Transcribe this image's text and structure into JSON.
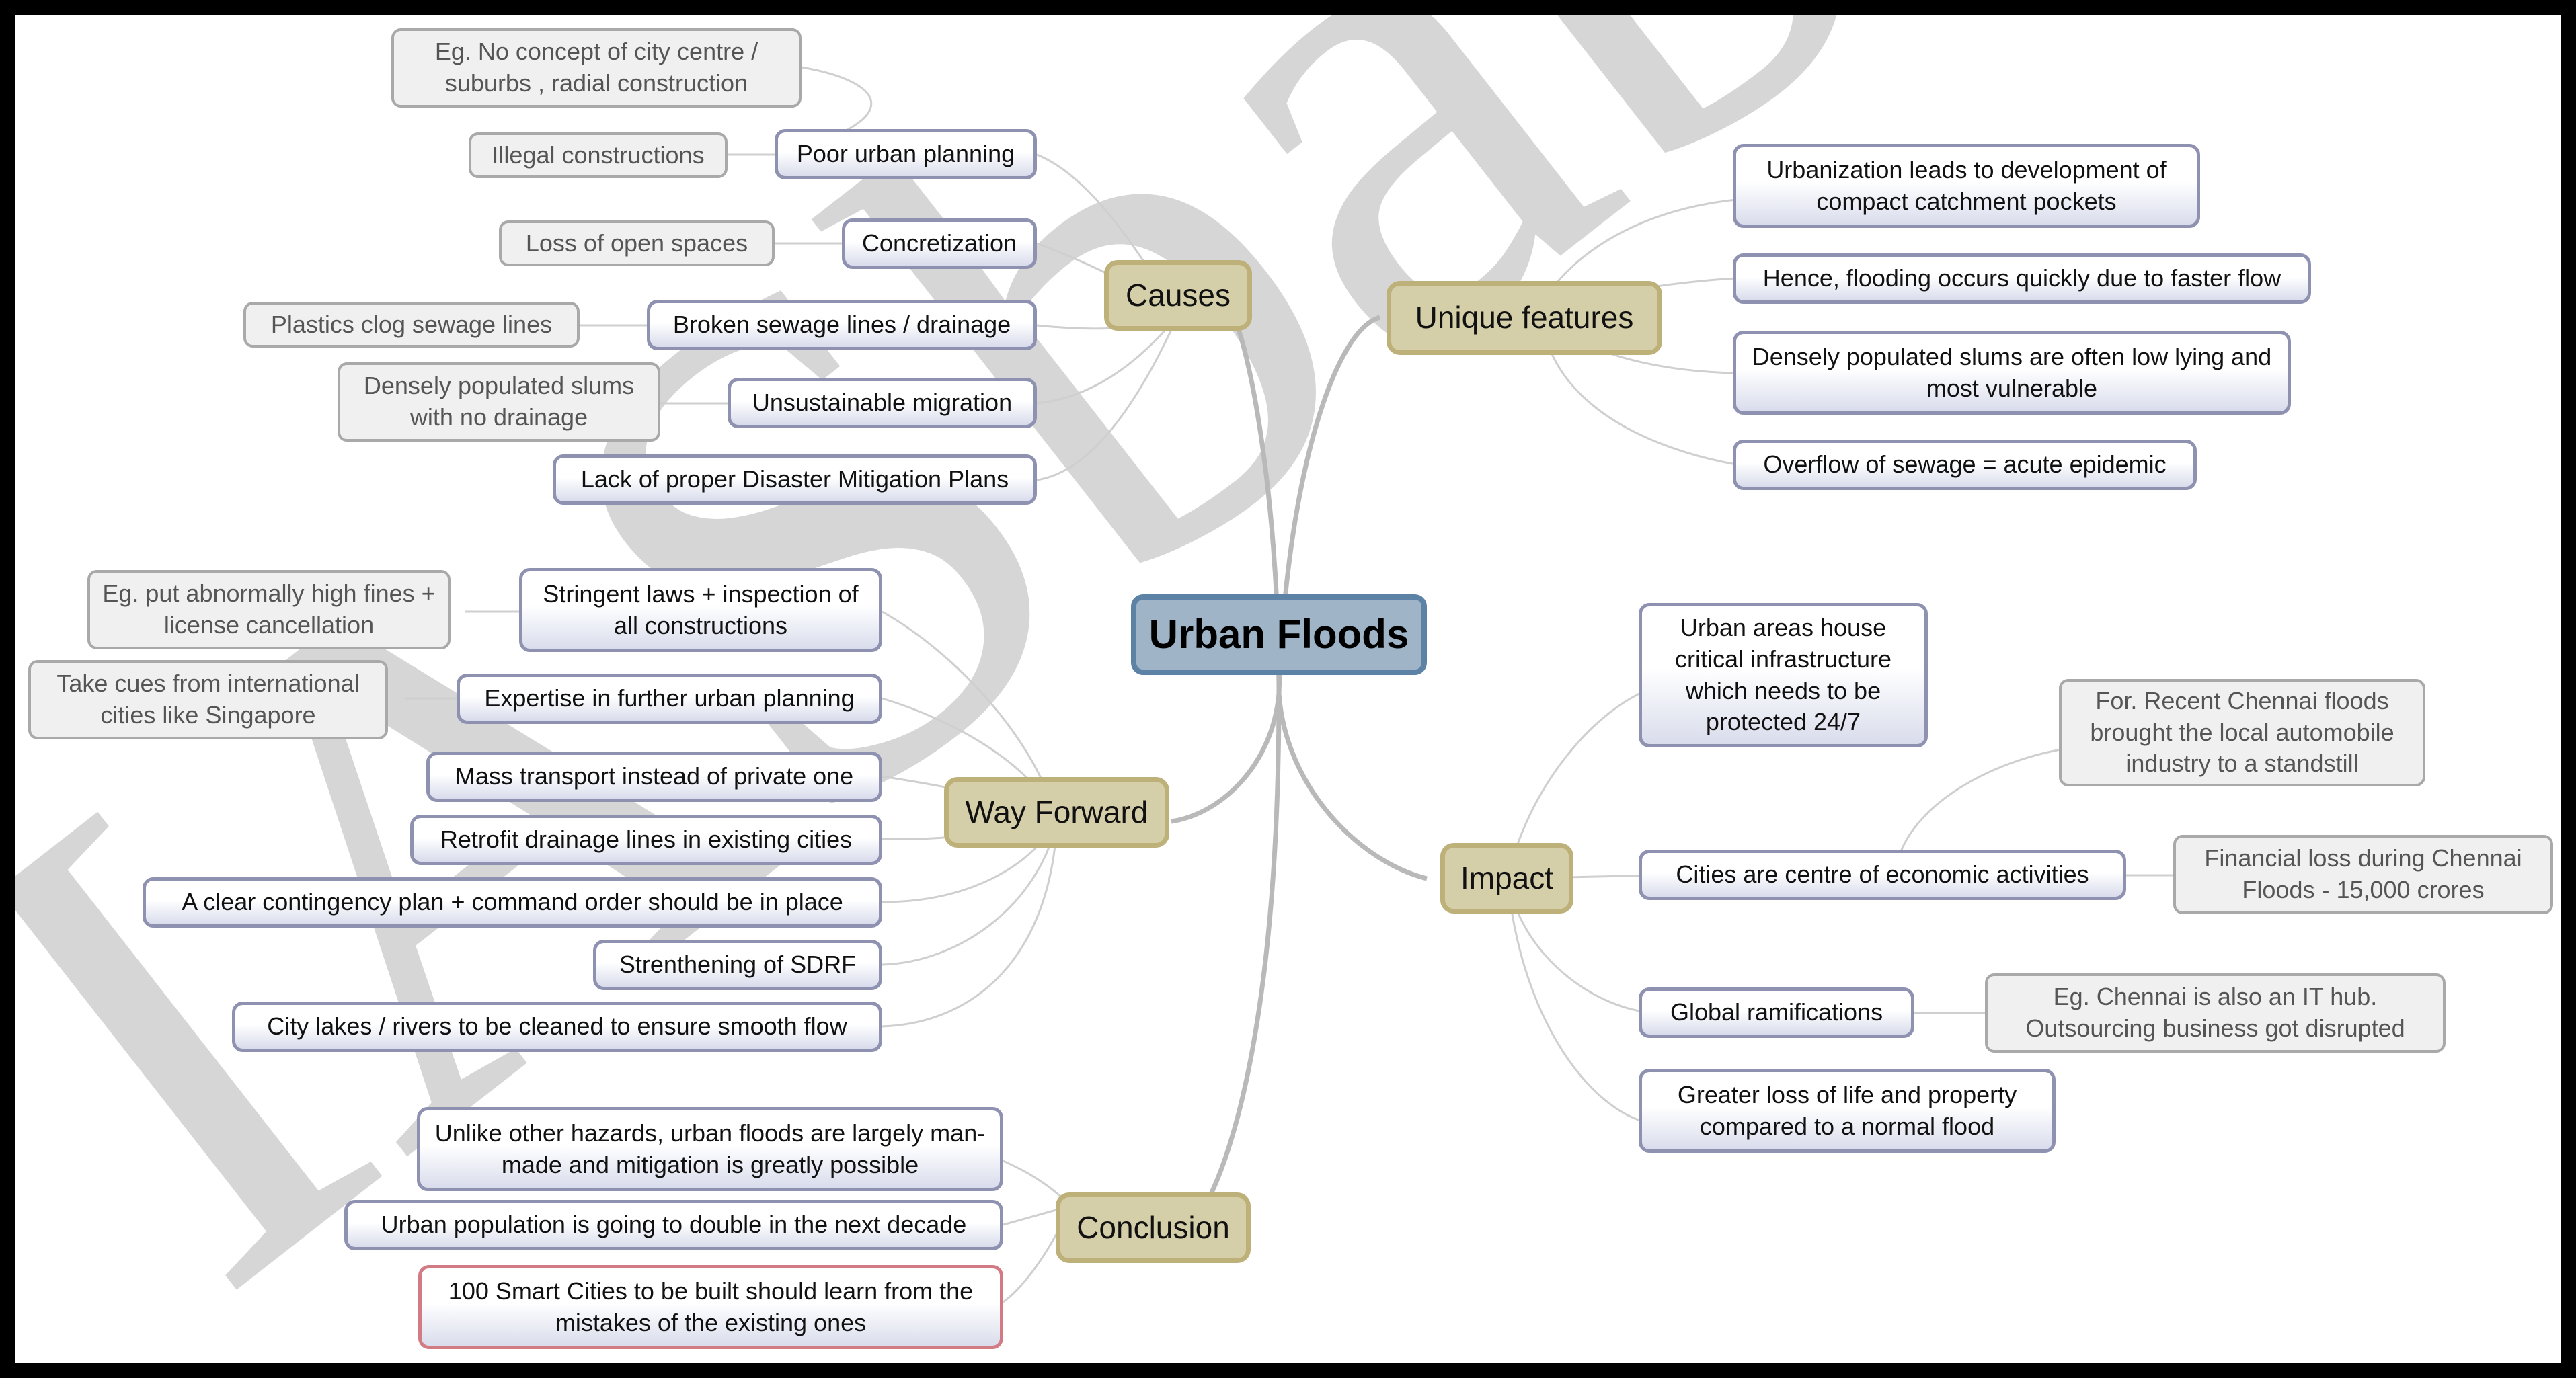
{
  "watermark": "IASbaba",
  "central": "Urban Floods",
  "branches": {
    "causes": {
      "label": "Causes",
      "items": [
        {
          "text": "Poor urban planning",
          "details": [
            "Eg. No concept of city centre / suburbs , radial construction",
            "Illegal constructions"
          ]
        },
        {
          "text": "Concretization",
          "details": [
            "Loss of open spaces"
          ]
        },
        {
          "text": "Broken sewage lines / drainage",
          "details": [
            "Plastics clog sewage lines"
          ]
        },
        {
          "text": "Unsustainable migration",
          "details": [
            "Densely populated slums with no drainage"
          ]
        },
        {
          "text": "Lack of proper Disaster Mitigation Plans",
          "details": []
        }
      ]
    },
    "unique": {
      "label": "Unique features",
      "items": [
        {
          "text": "Urbanization leads to development of compact catchment pockets"
        },
        {
          "text": "Hence, flooding occurs quickly due to faster flow"
        },
        {
          "text": "Densely populated slums are often low lying and most vulnerable"
        },
        {
          "text": "Overflow of sewage = acute epidemic"
        }
      ]
    },
    "way": {
      "label": "Way Forward",
      "items": [
        {
          "text": "Stringent laws + inspection of all constructions",
          "details": [
            "Eg. put abnormally high fines + license cancellation"
          ]
        },
        {
          "text": "Expertise in further urban planning",
          "details": [
            "Take cues from international cities like Singapore"
          ]
        },
        {
          "text": "Mass transport instead of private one"
        },
        {
          "text": "Retrofit drainage lines in existing cities"
        },
        {
          "text": "A clear contingency plan + command order should be in place"
        },
        {
          "text": "Strenthening of SDRF"
        },
        {
          "text": "City lakes / rivers to be cleaned to ensure smooth flow"
        }
      ]
    },
    "impact": {
      "label": "Impact",
      "items": [
        {
          "text": "Urban areas house critical infrastructure which needs to be protected 24/7"
        },
        {
          "text": "Cities are centre of economic activities",
          "details": [
            "For. Recent Chennai floods brought the local automobile industry to a standstill",
            "Financial loss during Chennai Floods - 15,000 crores"
          ]
        },
        {
          "text": "Global ramifications",
          "details": [
            "Eg. Chennai is also an IT hub. Outsourcing business got disrupted"
          ]
        },
        {
          "text": "Greater loss of life and property compared to a normal flood"
        }
      ]
    },
    "conclusion": {
      "label": "Conclusion",
      "items": [
        {
          "text": "Unlike other hazards, urban floods are largely man-made and mitigation is greatly possible"
        },
        {
          "text": "Urban population is going to double in the next decade"
        },
        {
          "text": "100 Smart Cities to be built should learn from the mistakes of the existing ones"
        }
      ]
    }
  },
  "colors": {
    "central_fill": "#9fb4c7",
    "central_border": "#5c82a6",
    "branch_fill": "#d5cfa9",
    "branch_border": "#bdb179",
    "leaf_border": "#8e92b0",
    "highlight_border": "#d27b84",
    "detail_border": "#a9a9a9",
    "watermark": "#d6d6d6"
  }
}
